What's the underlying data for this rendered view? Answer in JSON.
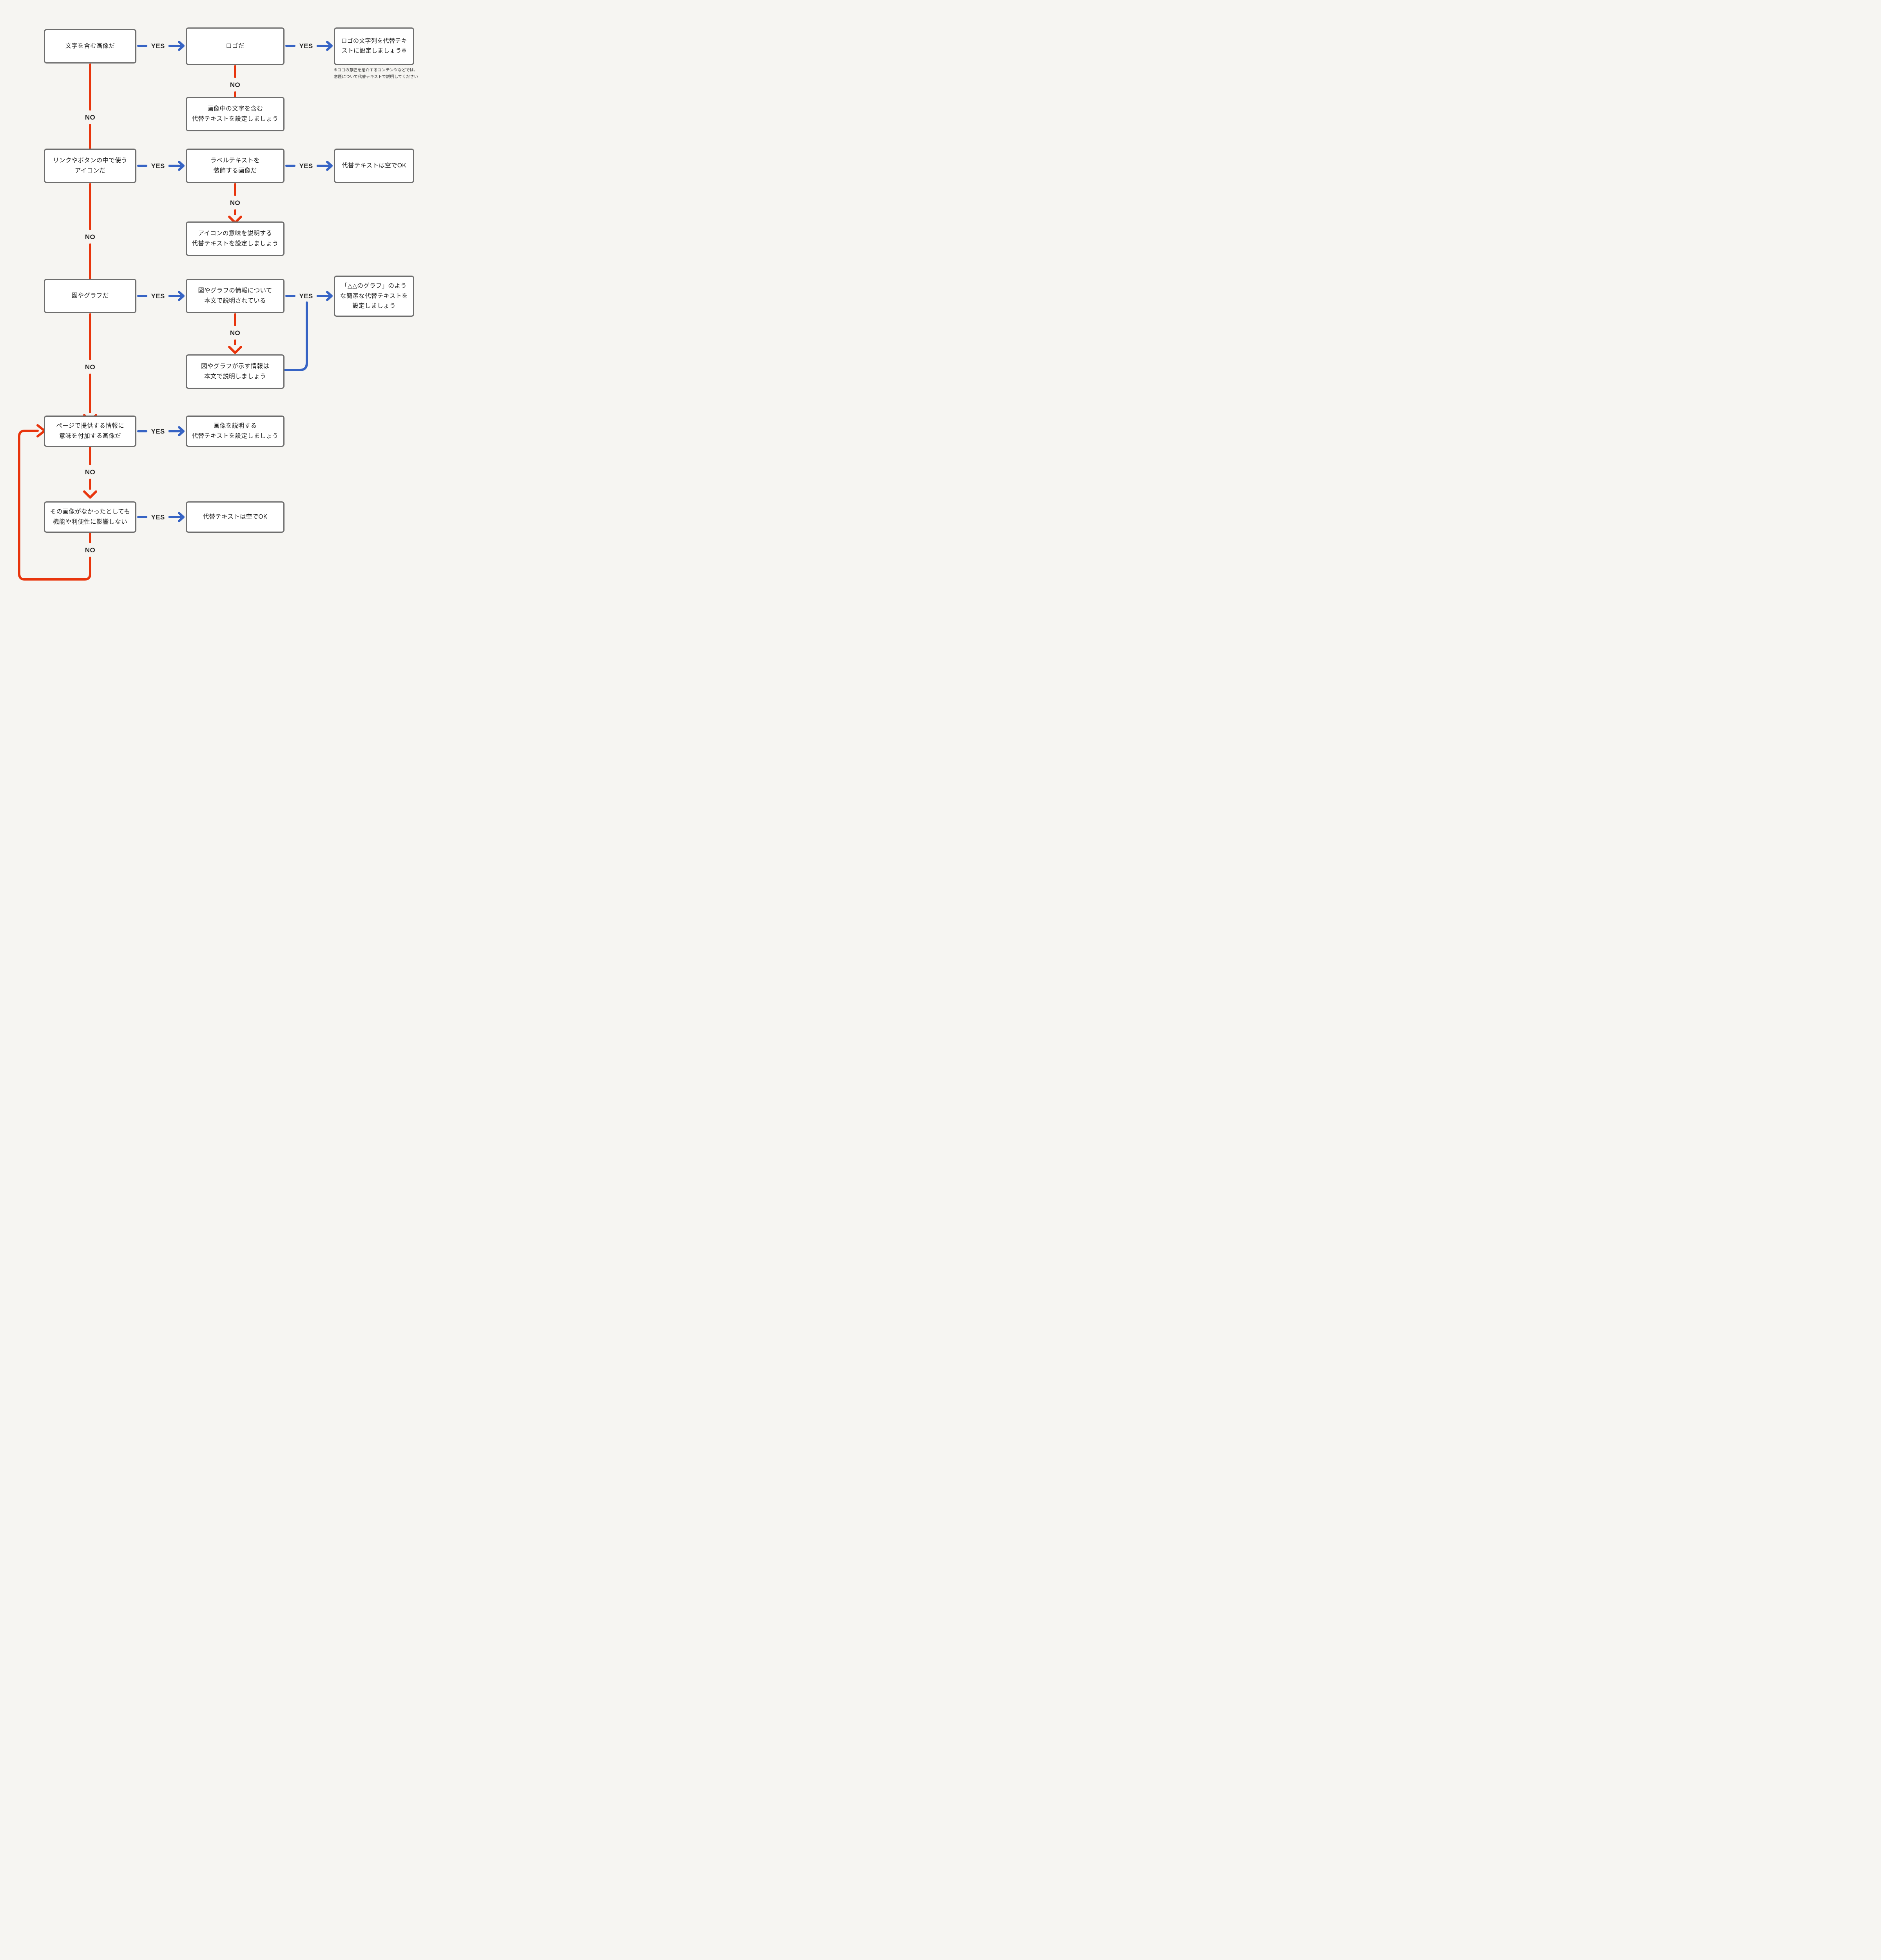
{
  "colors": {
    "background": "#f6f5f2",
    "box_border": "#6e6e6e",
    "box_fill": "#ffffff",
    "yes_arrow": "#3663c4",
    "no_arrow": "#e8340c",
    "text": "#1c1c1c"
  },
  "labels": {
    "yes": "YES",
    "no": "NO"
  },
  "nodes": {
    "q1": "文字を含む画像だ",
    "q1_yes": "ロゴだ",
    "q1_yes_yes": "ロゴの文字列を代替テキ\nストに設定しましょう※",
    "q1_yes_no": "画像中の文字を含む\n代替テキストを設定しましょう",
    "q2": "リンクやボタンの中で使う\nアイコンだ",
    "q2_yes": "ラベルテキストを\n装飾する画像だ",
    "q2_yes_yes": "代替テキストは空でOK",
    "q2_yes_no": "アイコンの意味を説明する\n代替テキストを設定しましょう",
    "q3": "図やグラフだ",
    "q3_yes": "図やグラフの情報について\n本文で説明されている",
    "q3_yes_yes": "「△△のグラフ」のよう\nな簡潔な代替テキストを\n設定しましょう",
    "q3_yes_no": "図やグラフが示す情報は\n本文で説明しましょう",
    "q4": "ページで提供する情報に\n意味を付加する画像だ",
    "q4_yes": "画像を説明する\n代替テキストを設定しましょう",
    "q5": "その画像がなかったとしても\n機能や利便性に影響しない",
    "q5_yes": "代替テキストは空でOK"
  },
  "annotations": {
    "logo_note": "※ロゴの意匠を紹介するコンテンツなどでは、\n意匠について代替テキストで説明してください"
  }
}
